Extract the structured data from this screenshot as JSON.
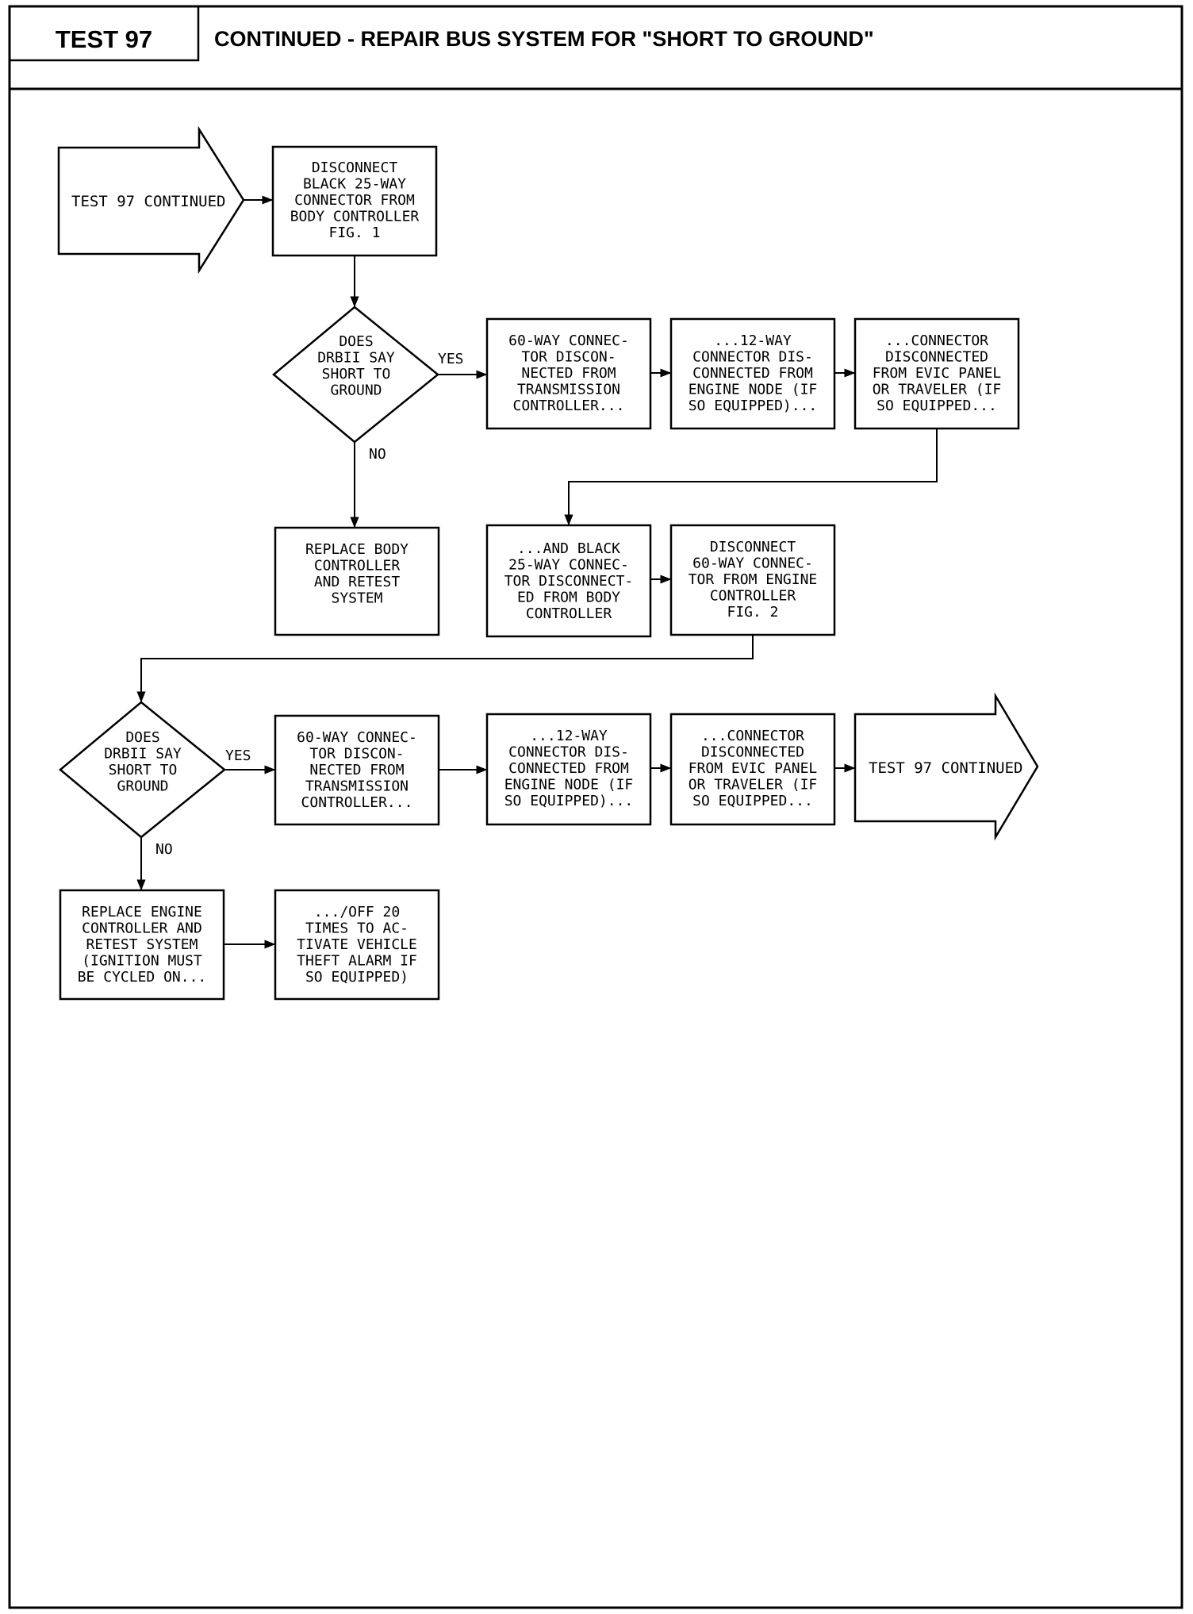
{
  "header": {
    "test_label": "TEST 97",
    "title": "CONTINUED - REPAIR BUS SYSTEM FOR \"SHORT TO GROUND\""
  },
  "flow": {
    "start_arrow": "TEST 97 CONTINUED",
    "step1": [
      "DISCONNECT",
      "BLACK 25-WAY",
      "CONNECTOR FROM",
      "BODY CONTROLLER",
      "FIG. 1"
    ],
    "decision1": [
      "DOES",
      "DRBII SAY",
      "SHORT TO",
      "GROUND"
    ],
    "yes_label": "YES",
    "no_label": "NO",
    "yes1_box1": [
      "60-WAY CONNEC-",
      "TOR DISCON-",
      "NECTED FROM",
      "TRANSMISSION",
      "CONTROLLER..."
    ],
    "yes1_box2": [
      "...12-WAY",
      "CONNECTOR DIS-",
      "CONNECTED FROM",
      "ENGINE NODE (IF",
      "SO EQUIPPED)..."
    ],
    "yes1_box3": [
      "...CONNECTOR",
      "DISCONNECTED",
      "FROM EVIC PANEL",
      "OR TRAVELER (IF",
      "SO EQUIPPED..."
    ],
    "replace_body": [
      "REPLACE BODY",
      "CONTROLLER",
      "AND RETEST",
      "SYSTEM"
    ],
    "black25_box": [
      "...AND BLACK",
      "25-WAY CONNEC-",
      "TOR DISCONNECT-",
      "ED FROM BODY",
      "CONTROLLER"
    ],
    "step2": [
      "DISCONNECT",
      "60-WAY CONNEC-",
      "TOR FROM ENGINE",
      "CONTROLLER",
      "FIG. 2"
    ],
    "decision2": [
      "DOES",
      "DRBII SAY",
      "SHORT TO",
      "GROUND"
    ],
    "yes2_box1": [
      "60-WAY CONNEC-",
      "TOR DISCON-",
      "NECTED FROM",
      "TRANSMISSION",
      "CONTROLLER..."
    ],
    "yes2_box2": [
      "...12-WAY",
      "CONNECTOR DIS-",
      "CONNECTED FROM",
      "ENGINE NODE (IF",
      "SO EQUIPPED)..."
    ],
    "yes2_box3": [
      "...CONNECTOR",
      "DISCONNECTED",
      "FROM EVIC PANEL",
      "OR TRAVELER (IF",
      "SO EQUIPPED..."
    ],
    "end_arrow": "TEST 97 CONTINUED",
    "replace_engine": [
      "REPLACE ENGINE",
      "CONTROLLER AND",
      "RETEST SYSTEM",
      "(IGNITION MUST",
      "BE CYCLED ON..."
    ],
    "off20_box": [
      ".../OFF 20",
      "TIMES TO AC-",
      "TIVATE VEHICLE",
      "THEFT ALARM IF",
      "SO EQUIPPED)"
    ]
  }
}
